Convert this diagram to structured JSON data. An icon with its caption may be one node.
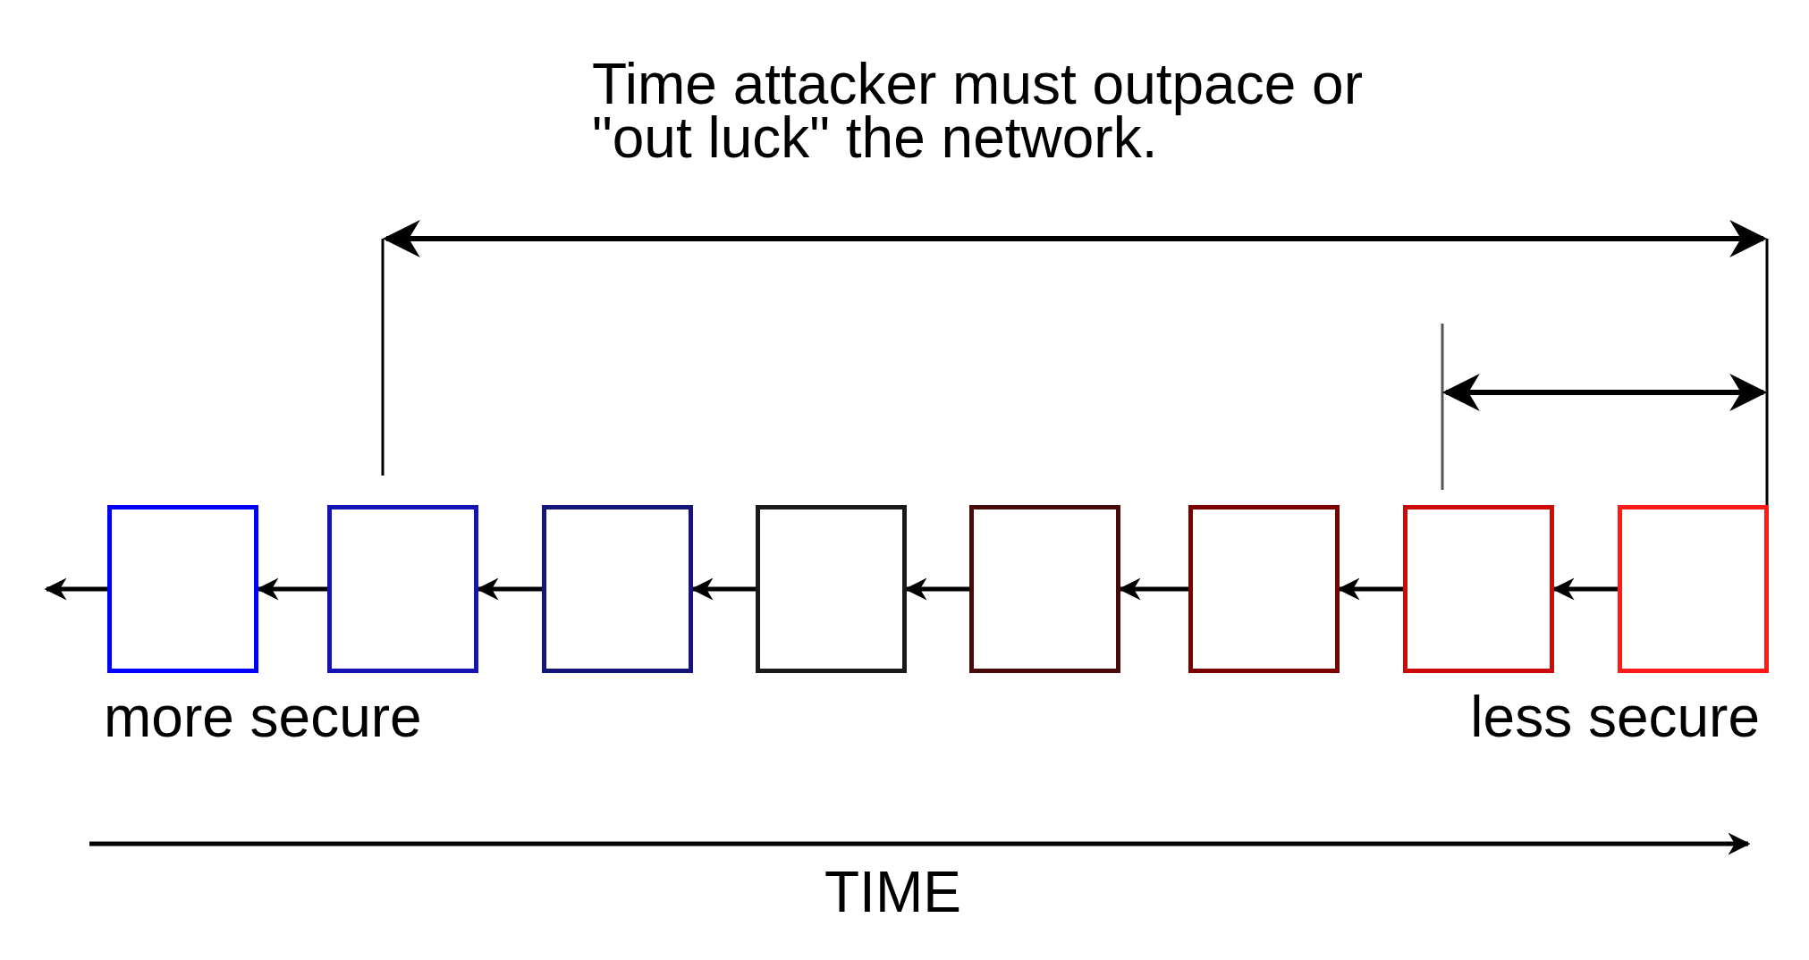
{
  "diagram": {
    "nodes": [
      {
        "text": [],
        "shape": "box"
      },
      {
        "text": [],
        "shape": "box"
      },
      {
        "text": [],
        "shape": "box"
      },
      {
        "text": [],
        "shape": "box"
      },
      {
        "text": [],
        "shape": "box"
      },
      {
        "text": [],
        "shape": "box"
      },
      {
        "text": [],
        "shape": "box"
      },
      {
        "text": [],
        "shape": "box"
      }
    ],
    "edges": [
      {
        "from": 0,
        "to": null,
        "arrow": "to"
      },
      {
        "from": 1,
        "to": 0,
        "arrow": "to"
      },
      {
        "from": 2,
        "to": 1,
        "arrow": "to"
      },
      {
        "from": 3,
        "to": 2,
        "arrow": "to"
      },
      {
        "from": 4,
        "to": 3,
        "arrow": "to"
      },
      {
        "from": 5,
        "to": 4,
        "arrow": "to"
      },
      {
        "from": 6,
        "to": 5,
        "arrow": "to"
      },
      {
        "from": 7,
        "to": 6,
        "arrow": "to"
      }
    ],
    "labels": [
      "Time attacker must outpace or \"out luck\" the network.",
      "more secure",
      "less secure",
      "TIME"
    ]
  }
}
